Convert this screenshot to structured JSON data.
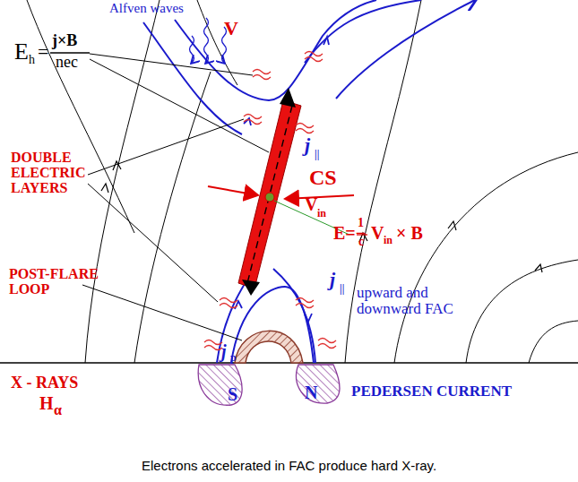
{
  "diagram": {
    "caption": "Electrons accelerated in FAC produce hard X-ray.",
    "labels": [
      "Alfven waves",
      "V",
      "E",
      "h",
      "=",
      "j×B",
      "nec",
      "j",
      "||",
      "CS",
      "V",
      "in",
      "DOUBLE ELECTRIC LAYERS",
      "E=−",
      "1",
      "c",
      "V",
      "in",
      "× B",
      "POST-FLARE LOOP",
      "j",
      "||",
      "upward and downward FAC",
      "X - RAYS",
      "H",
      "α",
      "S",
      "j",
      "p",
      "N",
      "PEDERSEN CURRENT"
    ]
  }
}
